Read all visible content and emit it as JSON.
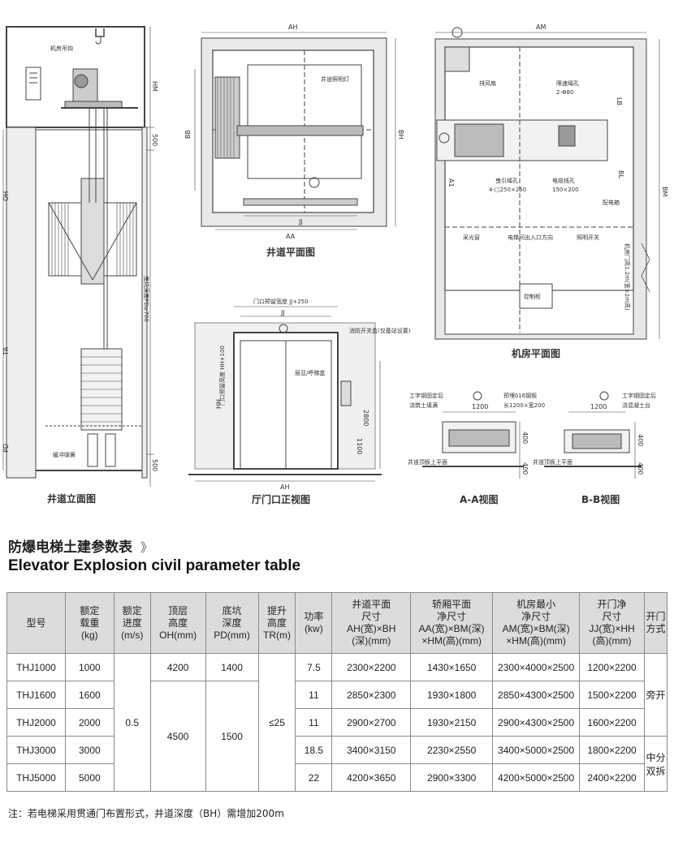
{
  "drawings": {
    "elevation": {
      "caption": "井道立面图",
      "machine_room_hook": "机房吊钩",
      "buffer": "缓冲弹簧",
      "dims": {
        "top": "HM",
        "mid": "500",
        "bottom": "500"
      },
      "axis": {
        "oh": "OH",
        "tr": "TR",
        "pd": "PD",
        "dh": "底坑深度PD≥700"
      }
    },
    "shaft_plan": {
      "caption": "井道平面图",
      "label_light": "井道照明灯",
      "dims": {
        "ah": "AH",
        "bh": "BH",
        "bb": "BB",
        "aa": "AA",
        "jj": "JJ"
      }
    },
    "machine_room": {
      "caption": "机房平面图",
      "labels": {
        "exhaust": "排风扇",
        "cable_hole": "限速绳孔",
        "cable_hole_spec": "2-Φ80",
        "rope_hole": "曳引绳孔",
        "rope_hole_spec": "4-□250×250",
        "wire_hole": "电缆线孔",
        "wire_hole_spec": "150×200",
        "distribution_box": "配电箱",
        "window": "采光窗",
        "door": "电梯间出入口方向",
        "light_switch": "照明开关",
        "control_cabinet": "控制柜",
        "height_note": "机房门高1.2m(宽×2m高)"
      },
      "dims": {
        "am": "AM",
        "bm": "BM",
        "lb": "LB",
        "bl": "BL",
        "a1": "A1"
      }
    },
    "door_front": {
      "caption": "厅门口正视图",
      "top_dim": "门口预留宽度 JJ+250",
      "jj": "JJ",
      "hh": "HH",
      "hh_plus": "门口预留高度 HH+100",
      "button": "层显/呼梯盒",
      "fire_switch": "消防开关盒(仅基站设置)",
      "d1": "2800",
      "d2": "1100",
      "ah": "AH"
    },
    "section_a": {
      "caption": "A-A视图",
      "beam": "工字钢固定后",
      "concrete": "浇筑土填满",
      "plate": "预埋δ16钢板",
      "plate_size": "长1200×宽200",
      "floor": "井道顶板上平面",
      "w": "1200",
      "h1": "400",
      "h2": "400"
    },
    "section_b": {
      "caption": "B-B视图",
      "beam": "工字钢固定后",
      "concrete": "浇混凝土台",
      "floor": "井道顶板上平面",
      "w": "1200",
      "h1": "400",
      "h2": "400"
    }
  },
  "title_cn": "防爆电梯土建参数表",
  "title_arrow": "》",
  "title_en": "Elevator Explosion civil parameter table",
  "table": {
    "headers": [
      "型号",
      "额定\n载重\n(kg)",
      "额定\n进度\n(m/s)",
      "顶层\n高度\nOH(mm)",
      "底坑\n深度\nPD(mm)",
      "提升\n高度\nTR(m)",
      "功率\n(kw)",
      "井道平面\n尺寸\nAH(宽)×BH\n(深)(mm)",
      "轿厢平面\n净尺寸\nAA(宽)×BM(深)\n×HM(高)(mm)",
      "机房最小\n净尺寸\nAM(宽)×BM(深)\n×HM(高)(mm)",
      "开门净\n尺寸\nJJ(宽)×HH\n(高)(mm)",
      "开门\n方式"
    ],
    "models": [
      "THJ1000",
      "THJ1600",
      "THJ2000",
      "THJ3000",
      "THJ5000"
    ],
    "loads": [
      "1000",
      "1600",
      "2000",
      "3000",
      "5000"
    ],
    "speed": "0.5",
    "oh": [
      "4200",
      "4500"
    ],
    "pd": [
      "1400",
      "1500"
    ],
    "tr": "≤25",
    "power": [
      "7.5",
      "11",
      "11",
      "18.5",
      "22"
    ],
    "shaft": [
      "2300×2200",
      "2850×2300",
      "2900×2700",
      "3400×3150",
      "4200×3650"
    ],
    "car": [
      "1430×1650",
      "1930×1800",
      "1930×2150",
      "2230×2550",
      "2900×3300"
    ],
    "room": [
      "2300×4000×2500",
      "2850×4300×2500",
      "2900×4300×2500",
      "3400×5000×2500",
      "4200×5000×2500"
    ],
    "door": [
      "1200×2200",
      "1500×2200",
      "1600×2200",
      "1800×2200",
      "2400×2200"
    ],
    "door_type": [
      "旁开",
      "中分\n双拆"
    ]
  },
  "note": "注：若电梯采用贯通门布置形式，井道深度（BH）需增加200m"
}
